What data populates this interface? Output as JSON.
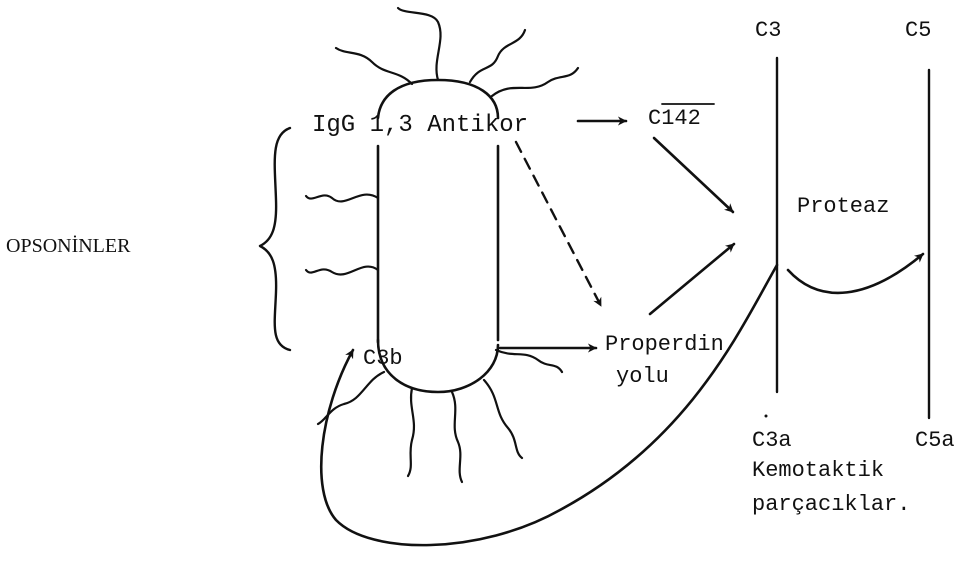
{
  "labels": {
    "antibody": "IgG 1,3 Antikor",
    "c142": "C142",
    "opsonins": "OPSONİNLER",
    "c3b": "C3b",
    "properdin_line1": "Properdin",
    "properdin_line2": "yolu",
    "protease": "Proteaz",
    "c3": "C3",
    "c5": "C5",
    "c3a": "C3a",
    "c5a": "C5a",
    "chemotactic_line1": "Kemotaktik",
    "chemotactic_line2": "parçacıklar."
  }
}
